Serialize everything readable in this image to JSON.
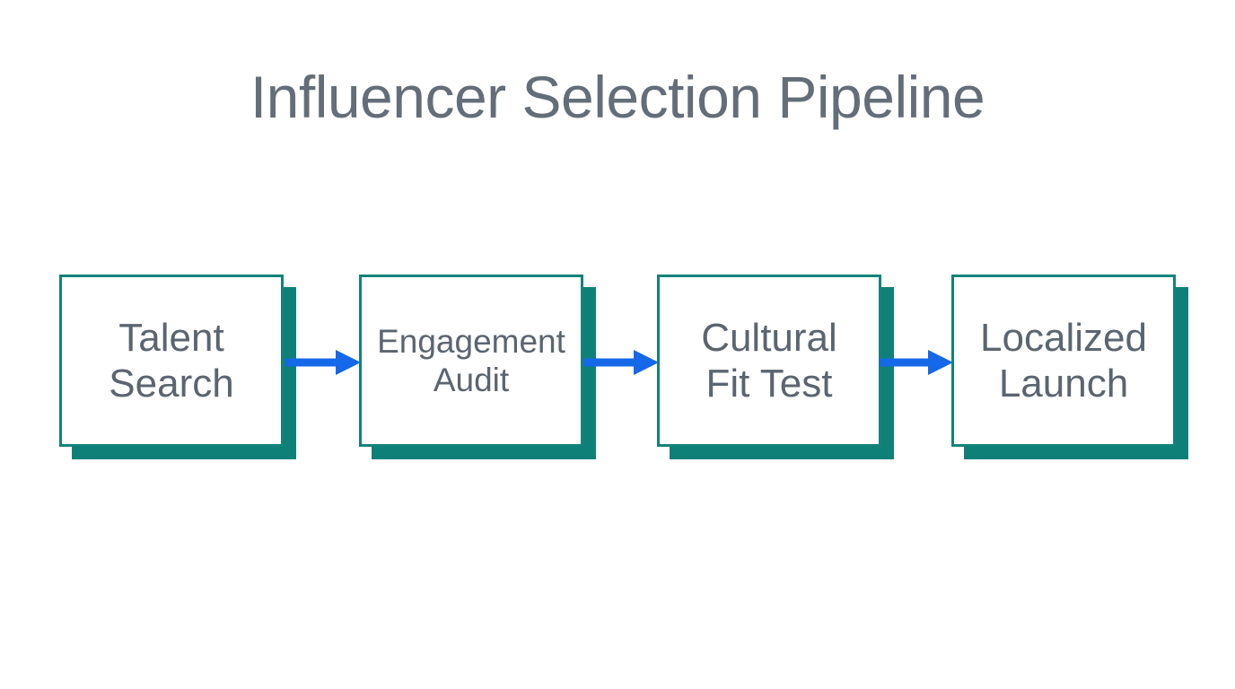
{
  "slide": {
    "title": "Influencer Selection Pipeline",
    "background_color": "#ffffff"
  },
  "theme": {
    "title_color": "#646E79",
    "box_fill": "#ffffff",
    "box_border_color": "#12837A",
    "box_shadow_color": "#0F8078",
    "label_color": "#5B6570",
    "arrow_color": "#1568E8"
  },
  "pipeline": {
    "type": "linear-process-flow",
    "direction": "left-to-right",
    "stage_count": 4,
    "stages": [
      {
        "index": 1,
        "label": "Talent\nSearch",
        "label_line_1": "Talent",
        "label_line_2": "Search"
      },
      {
        "index": 2,
        "label": "Engagement\nAudit",
        "label_line_1": "Engagement",
        "label_line_2": "Audit"
      },
      {
        "index": 3,
        "label": "Cultural\nFit Test",
        "label_line_1": "Cultural",
        "label_line_2": "Fit Test"
      },
      {
        "index": 4,
        "label": "Localized\nLaunch",
        "label_line_1": "Localized",
        "label_line_2": "Launch"
      }
    ],
    "connectors": [
      {
        "index": 1,
        "from": "Talent Search",
        "to": "Engagement Audit",
        "icon": "arrow-right-icon"
      },
      {
        "index": 2,
        "from": "Engagement Audit",
        "to": "Cultural Fit Test",
        "icon": "arrow-right-icon"
      },
      {
        "index": 3,
        "from": "Cultural Fit Test",
        "to": "Localized Launch",
        "icon": "arrow-right-icon"
      }
    ]
  }
}
